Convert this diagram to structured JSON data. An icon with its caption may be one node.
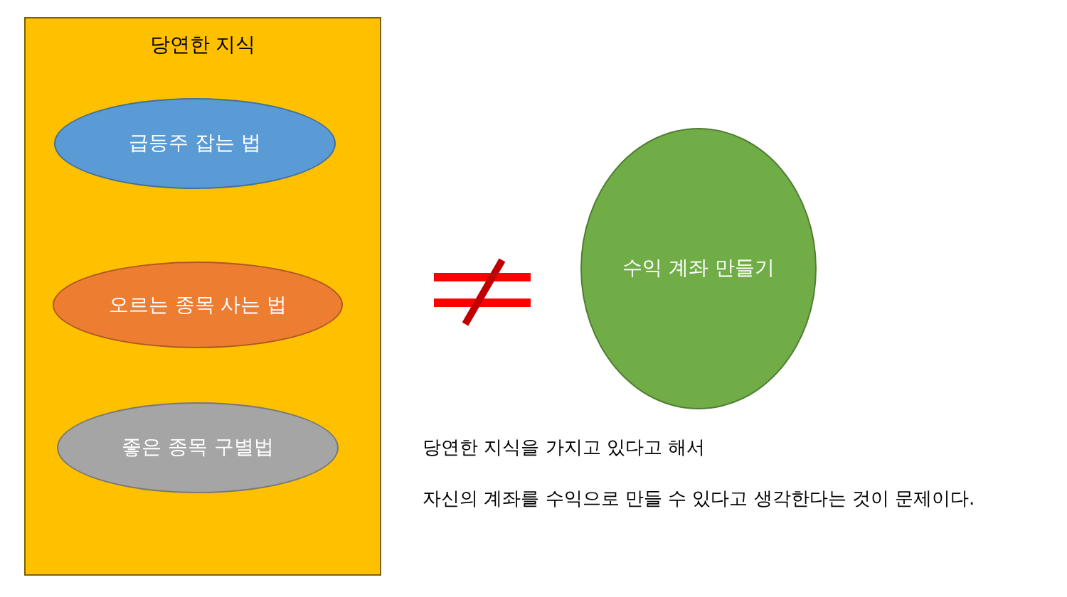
{
  "diagram": {
    "nodes": [
      {
        "text": [
          "당연한 지식"
        ]
      },
      {
        "text": [
          "급등주 잡는 법"
        ],
        "in": 0
      },
      {
        "text": [
          "오르는 종목 사는 법"
        ],
        "in": 0
      },
      {
        "text": [
          "좋은 종목 구별법"
        ],
        "in": 0
      },
      {
        "text": [
          "수익 계좌 만들기"
        ]
      }
    ],
    "labels": [
      "당연한 지식을 가지고 있다고 해서",
      "자신의 계좌를 수익으로 만들 수 있다고 생각한다는 것이 문제이다."
    ]
  }
}
